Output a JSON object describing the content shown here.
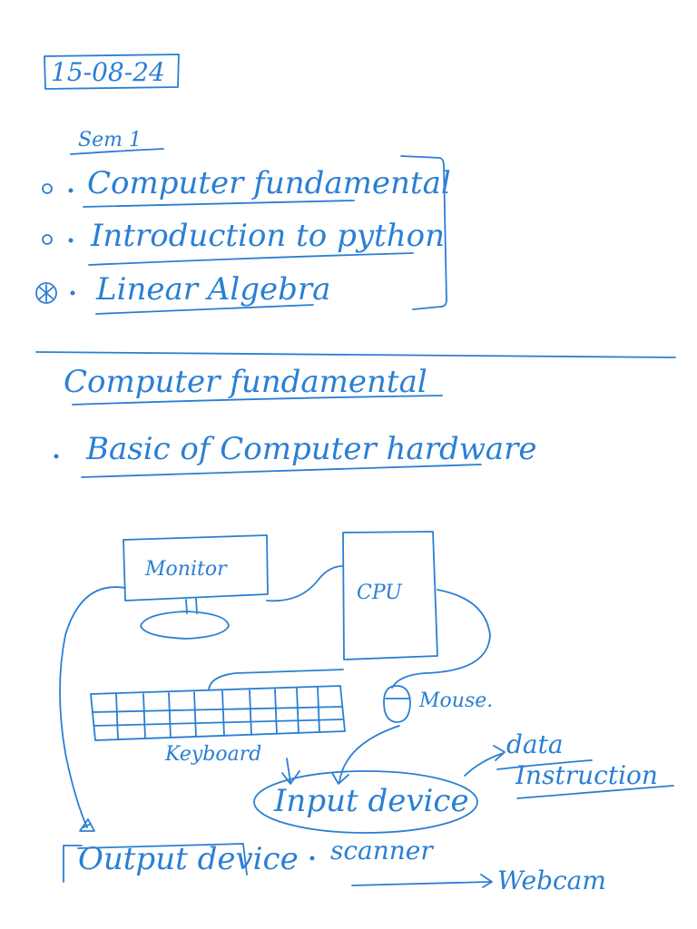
{
  "date": "15-08-24",
  "semester": "Sem 1",
  "subjects": [
    "Computer fundamental",
    "Introduction to python",
    "Linear Algebra"
  ],
  "section_heading": "Computer fundamental",
  "topic": "Basic of Computer hardware",
  "diagram": {
    "monitor": "Monitor",
    "cpu": "CPU",
    "mouse": "Mouse.",
    "keyboard": "Keyboard",
    "input_device": "Input device",
    "output_device": "Output device",
    "arrow_targets": [
      "data",
      "Instruction"
    ],
    "input_examples": [
      "scanner",
      "Webcam"
    ]
  },
  "colors": {
    "ink": "#2a7fd4",
    "paper": "#ffffff"
  }
}
